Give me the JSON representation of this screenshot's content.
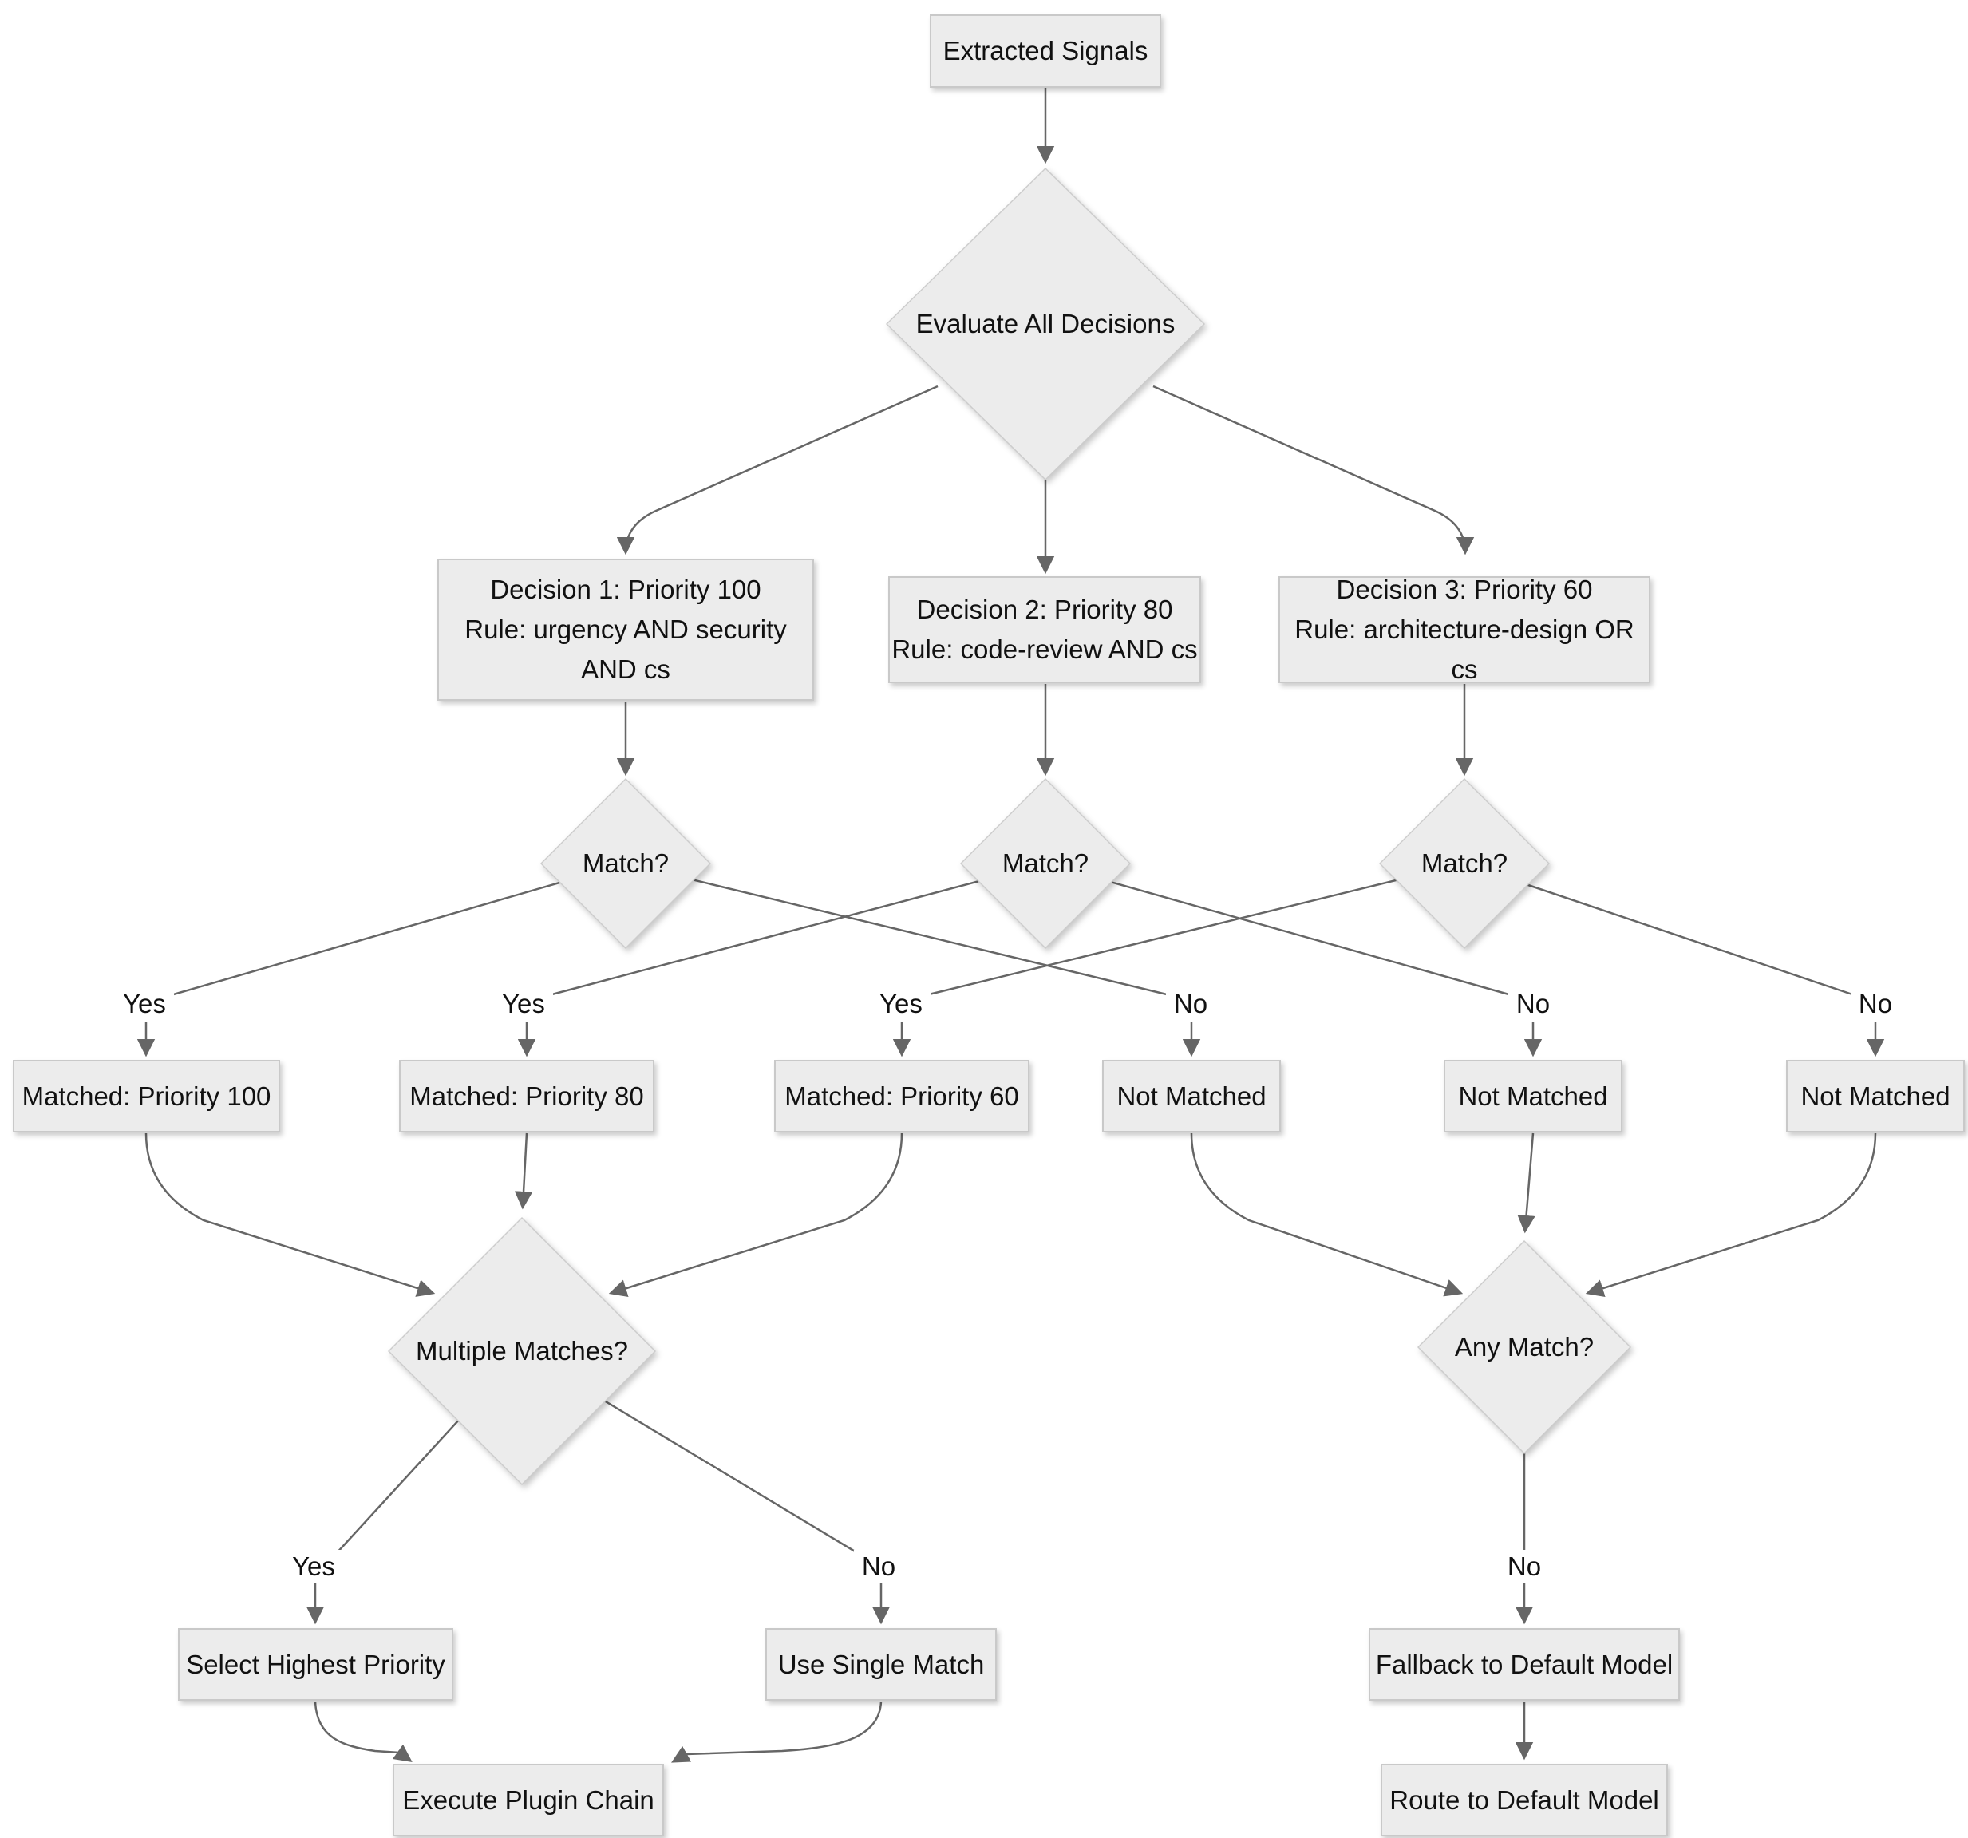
{
  "diagram": {
    "type": "flowchart",
    "direction": "top-down",
    "colors": {
      "background": "#ffffff",
      "node_fill": "#ececec",
      "node_border": "#c9c9c9",
      "edge": "#666666",
      "text": "#111111",
      "edge_label_background": "#ffffff"
    },
    "nodes": {
      "start": {
        "label": "Extracted Signals",
        "shape": "rect"
      },
      "evaluate": {
        "label": "Evaluate All Decisions",
        "shape": "diamond"
      },
      "decision1": {
        "lines": [
          "Decision 1: Priority 100",
          "Rule: urgency AND security",
          "AND cs"
        ],
        "shape": "rect"
      },
      "decision2": {
        "lines": [
          "Decision 2: Priority 80",
          "Rule: code-review AND cs"
        ],
        "shape": "rect"
      },
      "decision3": {
        "lines": [
          "Decision 3: Priority 60",
          "Rule: architecture-design OR cs"
        ],
        "shape": "rect"
      },
      "match1": {
        "label": "Match?",
        "shape": "diamond"
      },
      "match2": {
        "label": "Match?",
        "shape": "diamond"
      },
      "match3": {
        "label": "Match?",
        "shape": "diamond"
      },
      "matched100": {
        "label": "Matched: Priority 100",
        "shape": "rect"
      },
      "matched80": {
        "label": "Matched: Priority 80",
        "shape": "rect"
      },
      "matched60": {
        "label": "Matched: Priority 60",
        "shape": "rect"
      },
      "notmatched1": {
        "label": "Not Matched",
        "shape": "rect"
      },
      "notmatched2": {
        "label": "Not Matched",
        "shape": "rect"
      },
      "notmatched3": {
        "label": "Not Matched",
        "shape": "rect"
      },
      "multiple_matches": {
        "label": "Multiple Matches?",
        "shape": "diamond"
      },
      "any_match": {
        "label": "Any Match?",
        "shape": "diamond"
      },
      "select_highest": {
        "label": "Select Highest Priority",
        "shape": "rect"
      },
      "use_single": {
        "label": "Use Single Match",
        "shape": "rect"
      },
      "fallback": {
        "label": "Fallback to Default Model",
        "shape": "rect"
      },
      "execute": {
        "label": "Execute Plugin Chain",
        "shape": "rect"
      },
      "route_default": {
        "label": "Route to Default Model",
        "shape": "rect"
      }
    },
    "edges": [
      {
        "from": "start",
        "to": "evaluate"
      },
      {
        "from": "evaluate",
        "to": "decision1"
      },
      {
        "from": "evaluate",
        "to": "decision2"
      },
      {
        "from": "evaluate",
        "to": "decision3"
      },
      {
        "from": "decision1",
        "to": "match1"
      },
      {
        "from": "decision2",
        "to": "match2"
      },
      {
        "from": "decision3",
        "to": "match3"
      },
      {
        "from": "match1",
        "to": "matched100",
        "label": "Yes"
      },
      {
        "from": "match1",
        "to": "notmatched1",
        "label": "No"
      },
      {
        "from": "match2",
        "to": "matched80",
        "label": "Yes"
      },
      {
        "from": "match2",
        "to": "notmatched2",
        "label": "No"
      },
      {
        "from": "match3",
        "to": "matched60",
        "label": "Yes"
      },
      {
        "from": "match3",
        "to": "notmatched3",
        "label": "No"
      },
      {
        "from": "matched100",
        "to": "multiple_matches"
      },
      {
        "from": "matched80",
        "to": "multiple_matches"
      },
      {
        "from": "matched60",
        "to": "multiple_matches"
      },
      {
        "from": "notmatched1",
        "to": "any_match"
      },
      {
        "from": "notmatched2",
        "to": "any_match"
      },
      {
        "from": "notmatched3",
        "to": "any_match"
      },
      {
        "from": "multiple_matches",
        "to": "select_highest",
        "label": "Yes"
      },
      {
        "from": "multiple_matches",
        "to": "use_single",
        "label": "No"
      },
      {
        "from": "any_match",
        "to": "fallback",
        "label": "No"
      },
      {
        "from": "select_highest",
        "to": "execute"
      },
      {
        "from": "use_single",
        "to": "execute"
      },
      {
        "from": "fallback",
        "to": "route_default"
      }
    ]
  }
}
